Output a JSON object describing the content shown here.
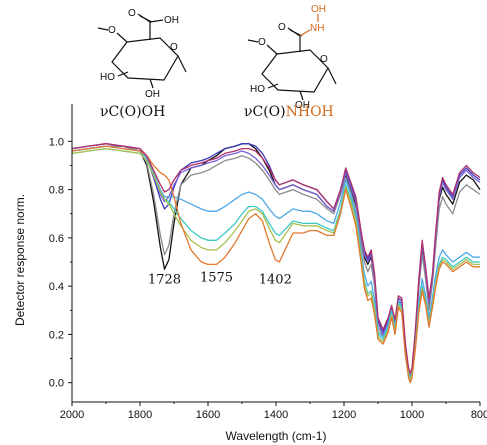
{
  "chart_data": {
    "type": "line",
    "title": "",
    "xlabel": "Wavelength (cm-1)",
    "ylabel": "Detector response norm.",
    "xlim": [
      2000,
      800
    ],
    "ylim": [
      -0.08,
      1.08
    ],
    "x_reversed": true,
    "xticks": [
      2000,
      1800,
      1600,
      1400,
      1200,
      1000,
      800
    ],
    "yticks": [
      0.0,
      0.2,
      0.4,
      0.6,
      0.8,
      1.0
    ],
    "grid": false,
    "legend": "none",
    "annotations": [
      {
        "text": "1728",
        "x": 1728,
        "y": 0.41
      },
      {
        "text": "1575",
        "x": 1575,
        "y": 0.42
      },
      {
        "text": "1402",
        "x": 1402,
        "y": 0.41
      }
    ],
    "x": [
      2000,
      1950,
      1900,
      1850,
      1800,
      1780,
      1760,
      1740,
      1728,
      1715,
      1700,
      1680,
      1650,
      1620,
      1600,
      1575,
      1550,
      1520,
      1500,
      1480,
      1460,
      1440,
      1420,
      1402,
      1390,
      1370,
      1350,
      1320,
      1300,
      1280,
      1250,
      1230,
      1210,
      1195,
      1180,
      1165,
      1150,
      1140,
      1130,
      1120,
      1110,
      1100,
      1085,
      1070,
      1060,
      1050,
      1040,
      1030,
      1020,
      1010,
      1005,
      1000,
      990,
      980,
      970,
      960,
      950,
      940,
      930,
      920,
      910,
      900,
      880,
      860,
      840,
      820,
      800
    ],
    "series": [
      {
        "color": "#111111",
        "values": [
          0.96,
          0.97,
          0.98,
          0.98,
          0.96,
          0.9,
          0.75,
          0.56,
          0.47,
          0.51,
          0.66,
          0.82,
          0.89,
          0.9,
          0.92,
          0.94,
          0.97,
          0.98,
          0.99,
          0.99,
          0.97,
          0.93,
          0.88,
          0.82,
          0.8,
          0.81,
          0.82,
          0.8,
          0.79,
          0.78,
          0.73,
          0.71,
          0.79,
          0.86,
          0.8,
          0.74,
          0.6,
          0.52,
          0.49,
          0.52,
          0.43,
          0.25,
          0.2,
          0.25,
          0.3,
          0.24,
          0.34,
          0.33,
          0.15,
          0.04,
          0.02,
          0.04,
          0.2,
          0.4,
          0.55,
          0.45,
          0.32,
          0.42,
          0.6,
          0.76,
          0.81,
          0.78,
          0.74,
          0.83,
          0.86,
          0.84,
          0.8
        ]
      },
      {
        "color": "#8c8c8c",
        "values": [
          0.96,
          0.97,
          0.98,
          0.98,
          0.96,
          0.91,
          0.78,
          0.61,
          0.53,
          0.57,
          0.7,
          0.82,
          0.86,
          0.87,
          0.88,
          0.9,
          0.92,
          0.93,
          0.94,
          0.93,
          0.91,
          0.88,
          0.84,
          0.8,
          0.78,
          0.79,
          0.8,
          0.78,
          0.77,
          0.76,
          0.72,
          0.7,
          0.78,
          0.85,
          0.79,
          0.72,
          0.58,
          0.5,
          0.46,
          0.49,
          0.4,
          0.23,
          0.19,
          0.24,
          0.29,
          0.22,
          0.33,
          0.31,
          0.14,
          0.04,
          0.02,
          0.04,
          0.19,
          0.39,
          0.53,
          0.43,
          0.3,
          0.41,
          0.57,
          0.72,
          0.77,
          0.74,
          0.7,
          0.79,
          0.82,
          0.8,
          0.78
        ]
      },
      {
        "color": "#3a3ab8",
        "values": [
          0.97,
          0.98,
          0.99,
          0.98,
          0.97,
          0.93,
          0.85,
          0.76,
          0.72,
          0.74,
          0.81,
          0.88,
          0.91,
          0.92,
          0.93,
          0.95,
          0.97,
          0.98,
          0.99,
          0.99,
          0.98,
          0.95,
          0.9,
          0.84,
          0.82,
          0.83,
          0.84,
          0.82,
          0.81,
          0.8,
          0.75,
          0.72,
          0.8,
          0.88,
          0.82,
          0.76,
          0.62,
          0.54,
          0.51,
          0.54,
          0.44,
          0.26,
          0.21,
          0.26,
          0.31,
          0.25,
          0.35,
          0.34,
          0.16,
          0.05,
          0.03,
          0.05,
          0.21,
          0.42,
          0.58,
          0.47,
          0.34,
          0.44,
          0.62,
          0.78,
          0.84,
          0.81,
          0.77,
          0.86,
          0.89,
          0.86,
          0.84
        ]
      },
      {
        "color": "#7b5fd6",
        "values": [
          0.97,
          0.98,
          0.99,
          0.98,
          0.97,
          0.93,
          0.86,
          0.78,
          0.75,
          0.77,
          0.82,
          0.87,
          0.89,
          0.9,
          0.91,
          0.92,
          0.94,
          0.95,
          0.96,
          0.95,
          0.93,
          0.9,
          0.86,
          0.82,
          0.8,
          0.81,
          0.82,
          0.8,
          0.79,
          0.78,
          0.73,
          0.71,
          0.79,
          0.87,
          0.81,
          0.75,
          0.61,
          0.53,
          0.5,
          0.53,
          0.43,
          0.25,
          0.2,
          0.25,
          0.3,
          0.24,
          0.34,
          0.33,
          0.15,
          0.05,
          0.03,
          0.05,
          0.2,
          0.41,
          0.57,
          0.46,
          0.33,
          0.43,
          0.61,
          0.77,
          0.83,
          0.8,
          0.76,
          0.85,
          0.88,
          0.85,
          0.83
        ]
      },
      {
        "color": "#4fa8e8",
        "values": [
          0.96,
          0.97,
          0.98,
          0.97,
          0.96,
          0.93,
          0.87,
          0.8,
          0.77,
          0.77,
          0.77,
          0.76,
          0.74,
          0.72,
          0.71,
          0.71,
          0.73,
          0.76,
          0.78,
          0.79,
          0.78,
          0.76,
          0.72,
          0.69,
          0.68,
          0.7,
          0.72,
          0.71,
          0.71,
          0.7,
          0.67,
          0.66,
          0.75,
          0.84,
          0.78,
          0.7,
          0.55,
          0.45,
          0.4,
          0.42,
          0.34,
          0.21,
          0.19,
          0.24,
          0.3,
          0.23,
          0.34,
          0.32,
          0.15,
          0.04,
          0.02,
          0.04,
          0.17,
          0.33,
          0.43,
          0.36,
          0.27,
          0.35,
          0.45,
          0.52,
          0.55,
          0.53,
          0.5,
          0.52,
          0.54,
          0.52,
          0.52
        ]
      },
      {
        "color": "#3ec9c4",
        "values": [
          0.95,
          0.96,
          0.97,
          0.96,
          0.95,
          0.92,
          0.86,
          0.79,
          0.76,
          0.75,
          0.72,
          0.68,
          0.63,
          0.6,
          0.59,
          0.59,
          0.62,
          0.66,
          0.7,
          0.73,
          0.73,
          0.71,
          0.66,
          0.62,
          0.61,
          0.64,
          0.67,
          0.66,
          0.66,
          0.66,
          0.64,
          0.63,
          0.72,
          0.82,
          0.76,
          0.68,
          0.53,
          0.42,
          0.37,
          0.38,
          0.31,
          0.2,
          0.18,
          0.23,
          0.29,
          0.22,
          0.33,
          0.31,
          0.14,
          0.04,
          0.02,
          0.04,
          0.16,
          0.31,
          0.4,
          0.34,
          0.25,
          0.33,
          0.42,
          0.49,
          0.52,
          0.51,
          0.48,
          0.5,
          0.52,
          0.5,
          0.5
        ]
      },
      {
        "color": "#a8c050",
        "values": [
          0.95,
          0.96,
          0.97,
          0.96,
          0.95,
          0.92,
          0.86,
          0.79,
          0.76,
          0.74,
          0.7,
          0.65,
          0.59,
          0.56,
          0.55,
          0.55,
          0.58,
          0.63,
          0.67,
          0.71,
          0.72,
          0.7,
          0.64,
          0.59,
          0.58,
          0.62,
          0.66,
          0.65,
          0.65,
          0.65,
          0.63,
          0.62,
          0.71,
          0.81,
          0.75,
          0.67,
          0.52,
          0.41,
          0.36,
          0.37,
          0.3,
          0.19,
          0.17,
          0.22,
          0.28,
          0.21,
          0.32,
          0.3,
          0.13,
          0.03,
          0.01,
          0.03,
          0.15,
          0.3,
          0.39,
          0.33,
          0.24,
          0.32,
          0.41,
          0.48,
          0.51,
          0.5,
          0.47,
          0.49,
          0.51,
          0.49,
          0.49
        ]
      },
      {
        "color": "#e07830",
        "values": [
          0.96,
          0.97,
          0.98,
          0.97,
          0.96,
          0.94,
          0.9,
          0.87,
          0.86,
          0.84,
          0.77,
          0.66,
          0.55,
          0.5,
          0.49,
          0.49,
          0.52,
          0.58,
          0.63,
          0.68,
          0.7,
          0.67,
          0.58,
          0.51,
          0.5,
          0.56,
          0.62,
          0.62,
          0.63,
          0.63,
          0.61,
          0.61,
          0.7,
          0.8,
          0.73,
          0.65,
          0.5,
          0.39,
          0.34,
          0.35,
          0.28,
          0.18,
          0.16,
          0.21,
          0.27,
          0.2,
          0.31,
          0.29,
          0.12,
          0.02,
          0.0,
          0.02,
          0.14,
          0.29,
          0.38,
          0.32,
          0.23,
          0.31,
          0.4,
          0.47,
          0.5,
          0.49,
          0.46,
          0.48,
          0.5,
          0.48,
          0.48
        ]
      },
      {
        "color": "#b0306a",
        "values": [
          0.97,
          0.98,
          0.99,
          0.98,
          0.97,
          0.94,
          0.88,
          0.82,
          0.79,
          0.8,
          0.84,
          0.88,
          0.9,
          0.91,
          0.92,
          0.93,
          0.95,
          0.96,
          0.97,
          0.97,
          0.96,
          0.93,
          0.89,
          0.84,
          0.82,
          0.83,
          0.84,
          0.82,
          0.81,
          0.8,
          0.75,
          0.72,
          0.8,
          0.89,
          0.83,
          0.77,
          0.63,
          0.55,
          0.52,
          0.55,
          0.45,
          0.27,
          0.22,
          0.27,
          0.32,
          0.26,
          0.36,
          0.35,
          0.17,
          0.06,
          0.04,
          0.06,
          0.22,
          0.43,
          0.59,
          0.48,
          0.35,
          0.45,
          0.63,
          0.79,
          0.85,
          0.82,
          0.78,
          0.87,
          0.9,
          0.87,
          0.85
        ]
      }
    ]
  },
  "structures": {
    "left_label": "νC(O)OH",
    "right_label_prefix": "νC(O)",
    "right_label_accent": "NHOH",
    "accent_color": "#d2691e",
    "atoms": {
      "oh": "OH",
      "o": "O",
      "ho": "HO",
      "nh": "NH"
    }
  }
}
